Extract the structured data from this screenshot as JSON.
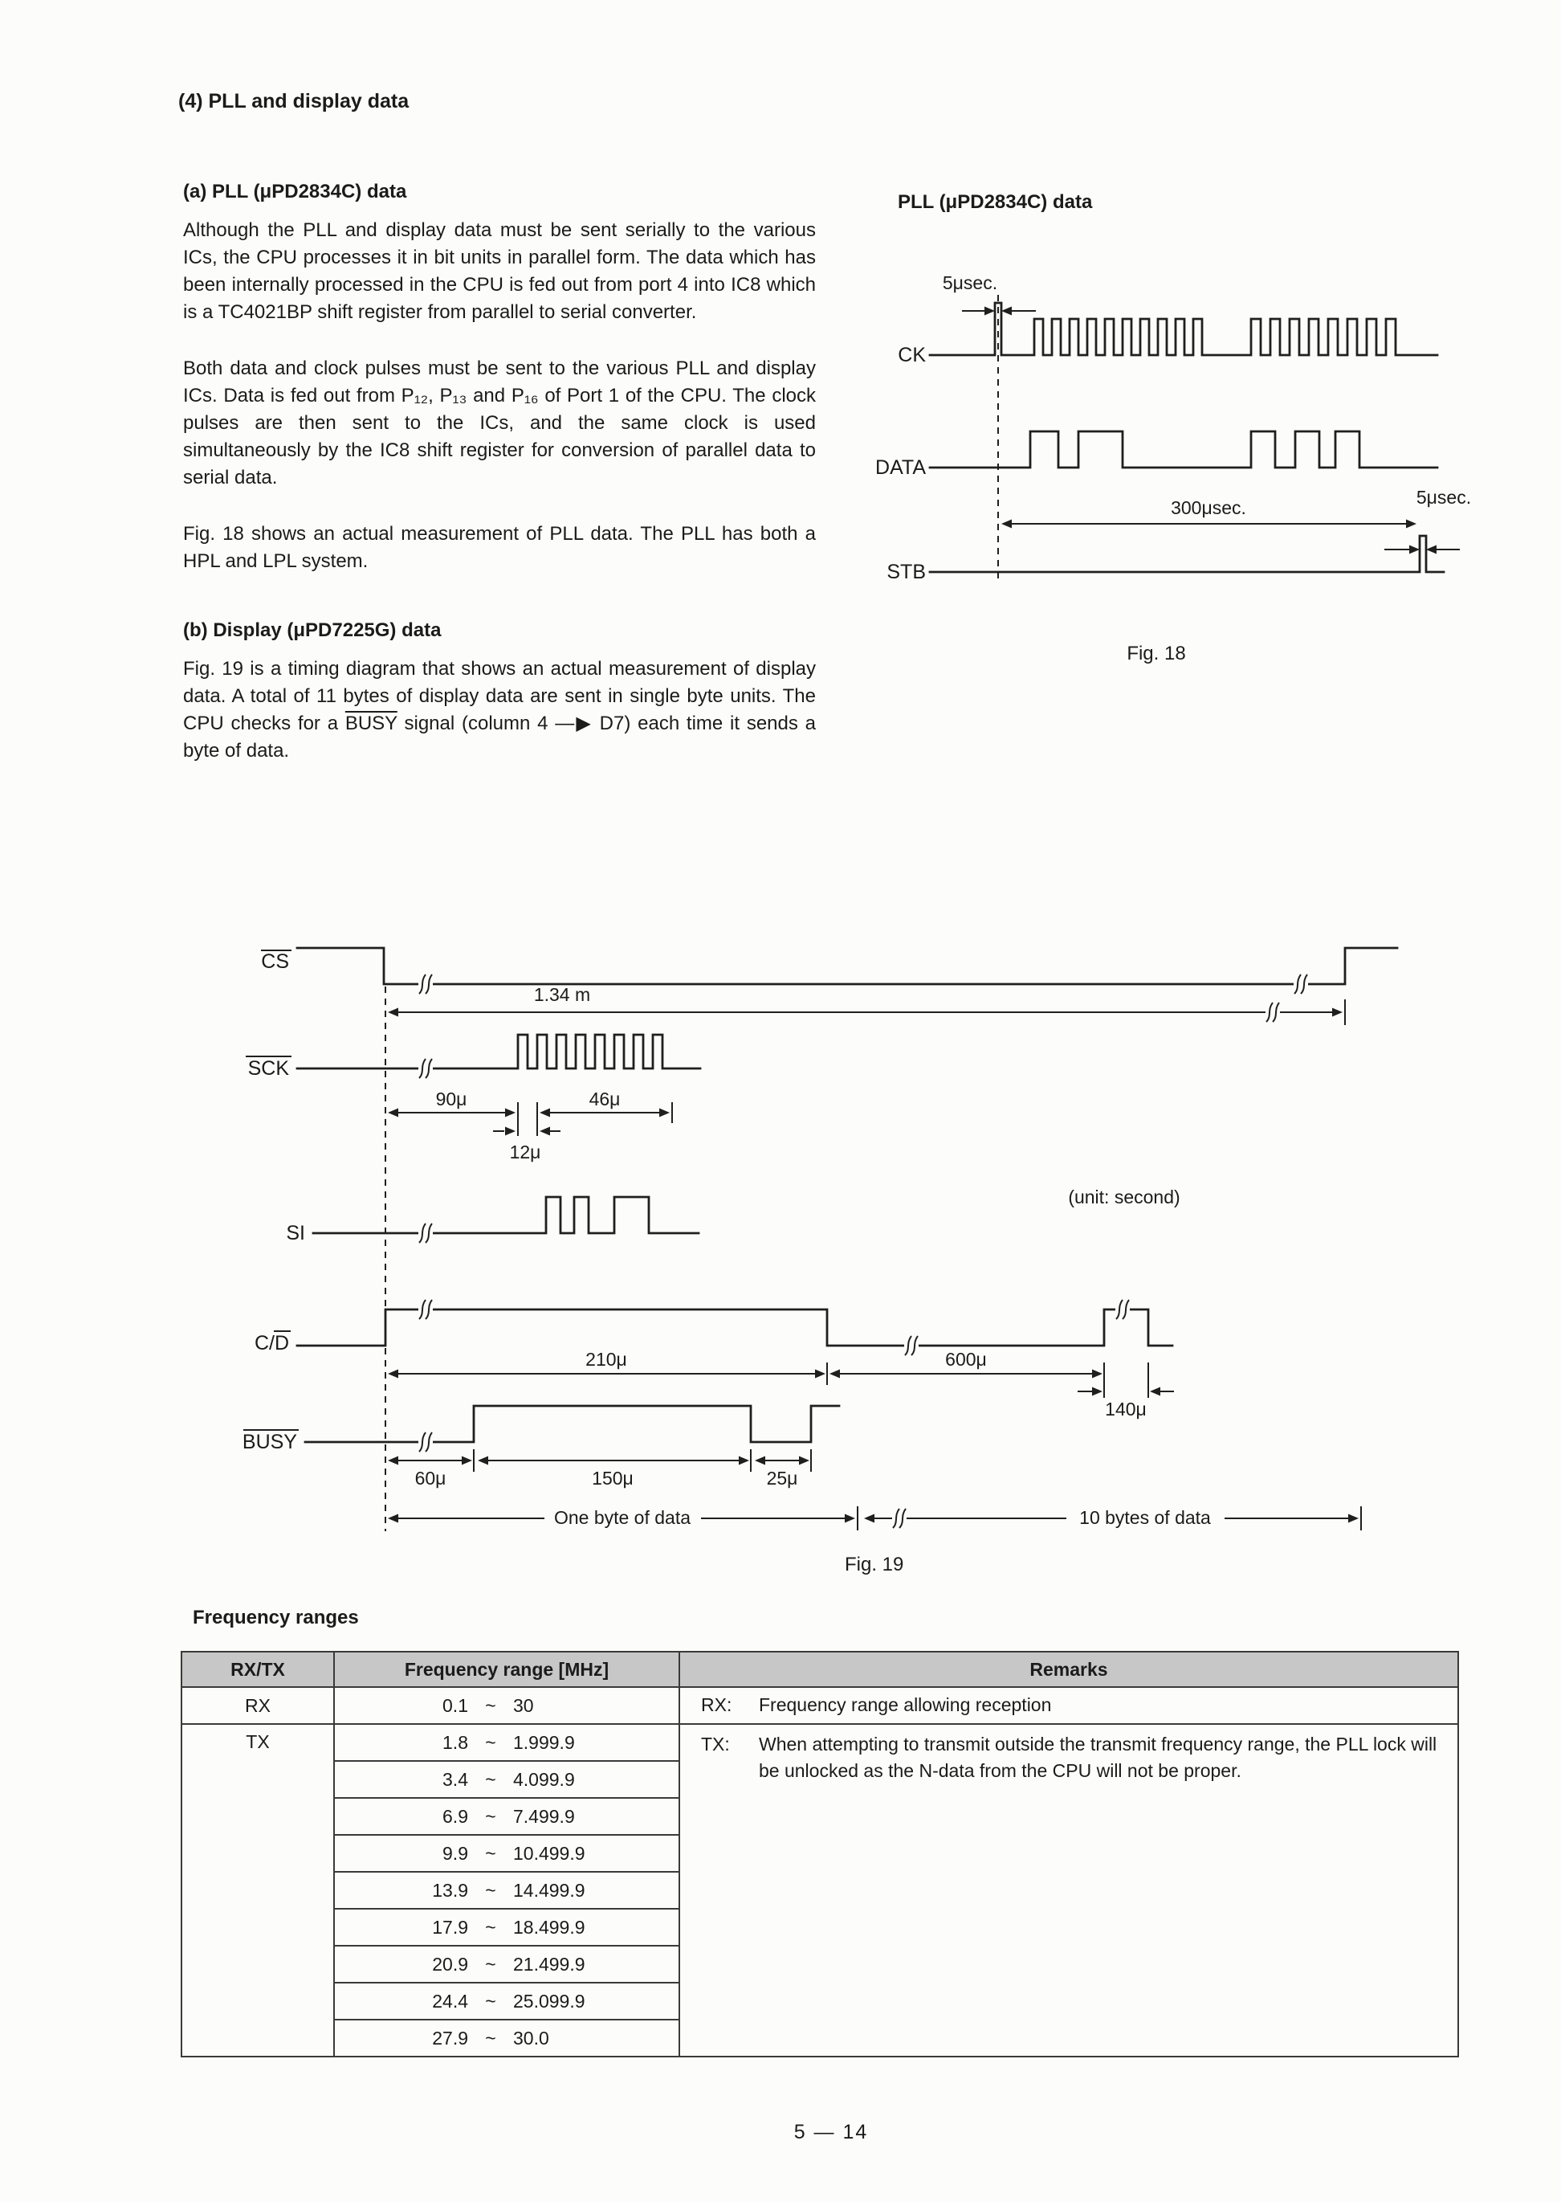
{
  "doc": {
    "title": "(4) PLL and display data",
    "footer": "5 — 14"
  },
  "section_a": {
    "heading": "(a) PLL (μPD2834C) data",
    "para1": "Although the PLL and display data must be sent serially to the various ICs, the CPU processes it in bit units in parallel form. The data which has been internally processed in the CPU is fed out from port 4 into IC8 which is a TC4021BP shift register from parallel to serial converter.",
    "para2": "Both data and clock pulses must be sent to the various PLL and display ICs. Data is fed out from P₁₂, P₁₃ and P₁₆ of Port 1 of the CPU. The clock pulses are then sent to the ICs, and the same clock is used simultaneously by the IC8 shift register for conversion of parallel data to serial data.",
    "para3": "Fig. 18 shows an actual measurement of PLL data. The PLL has both a HPL and LPL system."
  },
  "section_b": {
    "heading": "(b) Display (μPD7225G) data",
    "para_pre": "Fig. 19 is a timing diagram that shows an actual measurement of display data. A total of 11 bytes of display data are sent in single byte units. The CPU checks for a ",
    "para_busy": "BUSY",
    "para_post": " signal (column 4 —▶ D7) each time it sends a byte of data."
  },
  "fig18": {
    "title": "PLL (μPD2834C) data",
    "caption": "Fig. 18",
    "signals": {
      "ck": "CK",
      "data": "DATA",
      "stb": "STB"
    },
    "labels": {
      "t5a": "5μsec.",
      "t300": "300μsec.",
      "t5b": "5μsec."
    }
  },
  "fig19": {
    "caption": "Fig. 19",
    "unit_note": "(unit: second)",
    "signals": {
      "cs": "CS",
      "sck": "SCK",
      "si": "SI",
      "cd": "C/D",
      "busy": "BUSY"
    },
    "labels": {
      "t134": "1.34 m",
      "t90": "90μ",
      "t12": "12μ",
      "t46": "46μ",
      "t210": "210μ",
      "t600": "600μ",
      "t140": "140μ",
      "t60": "60μ",
      "t150": "150μ",
      "t25": "25μ",
      "one_byte": "One byte of data",
      "ten_bytes": "10 bytes of data"
    }
  },
  "freq_table": {
    "title": "Frequency ranges",
    "tilde": "~",
    "headers": [
      "RX/TX",
      "Frequency range [MHz]",
      "Remarks"
    ],
    "rx_row": {
      "mode": "RX",
      "lo": "0.1",
      "hi": "30",
      "remark_label": "RX:",
      "remark": "Frequency range allowing reception"
    },
    "tx_mode": "TX",
    "tx_remark_label": "TX:",
    "tx_remark": "When attempting to transmit outside the transmit frequency range, the PLL lock will be unlocked as the N-data from the CPU will not be proper.",
    "tx_ranges": [
      {
        "lo": "1.8",
        "hi": "1.999.9"
      },
      {
        "lo": "3.4",
        "hi": "4.099.9"
      },
      {
        "lo": "6.9",
        "hi": "7.499.9"
      },
      {
        "lo": "9.9",
        "hi": "10.499.9"
      },
      {
        "lo": "13.9",
        "hi": "14.499.9"
      },
      {
        "lo": "17.9",
        "hi": "18.499.9"
      },
      {
        "lo": "20.9",
        "hi": "21.499.9"
      },
      {
        "lo": "24.4",
        "hi": "25.099.9"
      },
      {
        "lo": "27.9",
        "hi": "30.0"
      }
    ]
  }
}
